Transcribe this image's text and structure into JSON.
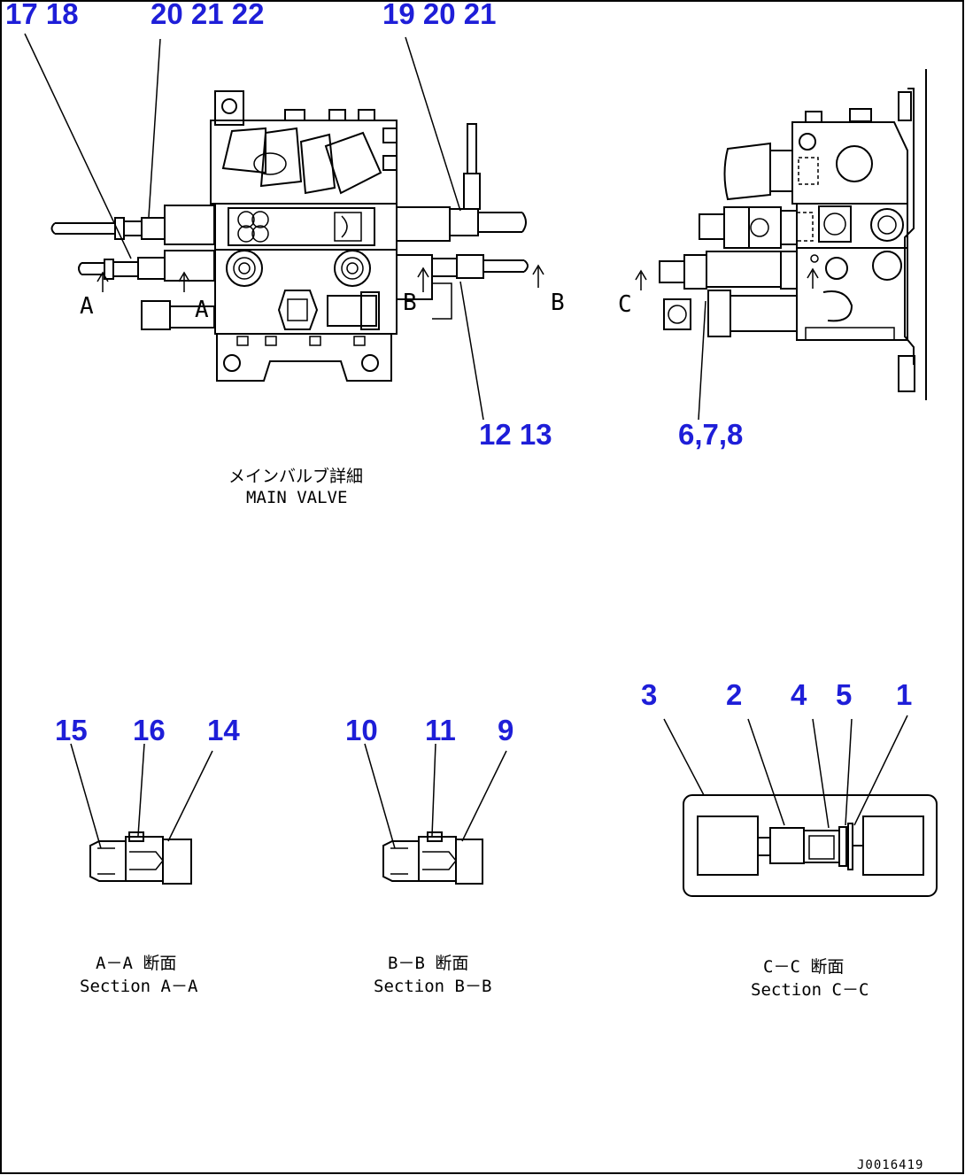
{
  "main_valve": {
    "callouts": {
      "c1718": "17 18",
      "c202122": "20 21 22",
      "c192021": "19 20 21",
      "c1213": "12 13",
      "c678": "6,7,8"
    },
    "section_marks": {
      "a_left": "A",
      "a_right": "A",
      "b_left": "B",
      "b_right": "B",
      "c_left": "C"
    },
    "caption_jp": "メインバルブ詳細",
    "caption_en": "MAIN VALVE"
  },
  "section_aa": {
    "callouts": {
      "c15": "15",
      "c16": "16",
      "c14": "14"
    },
    "caption_jp": "A－A 断面",
    "caption_en": "Section A－A"
  },
  "section_bb": {
    "callouts": {
      "c10": "10",
      "c11": "11",
      "c9": "9"
    },
    "caption_jp": "B－B 断面",
    "caption_en": "Section B－B"
  },
  "section_cc": {
    "callouts": {
      "c3": "3",
      "c2": "2",
      "c4": "4",
      "c5": "5",
      "c1": "1"
    },
    "caption_jp": "C－C 断面",
    "caption_en": "Section C－C"
  },
  "document_id": "J0016419",
  "colors": {
    "callout": "#1e1ed8",
    "line": "#000000",
    "background": "#ffffff"
  }
}
